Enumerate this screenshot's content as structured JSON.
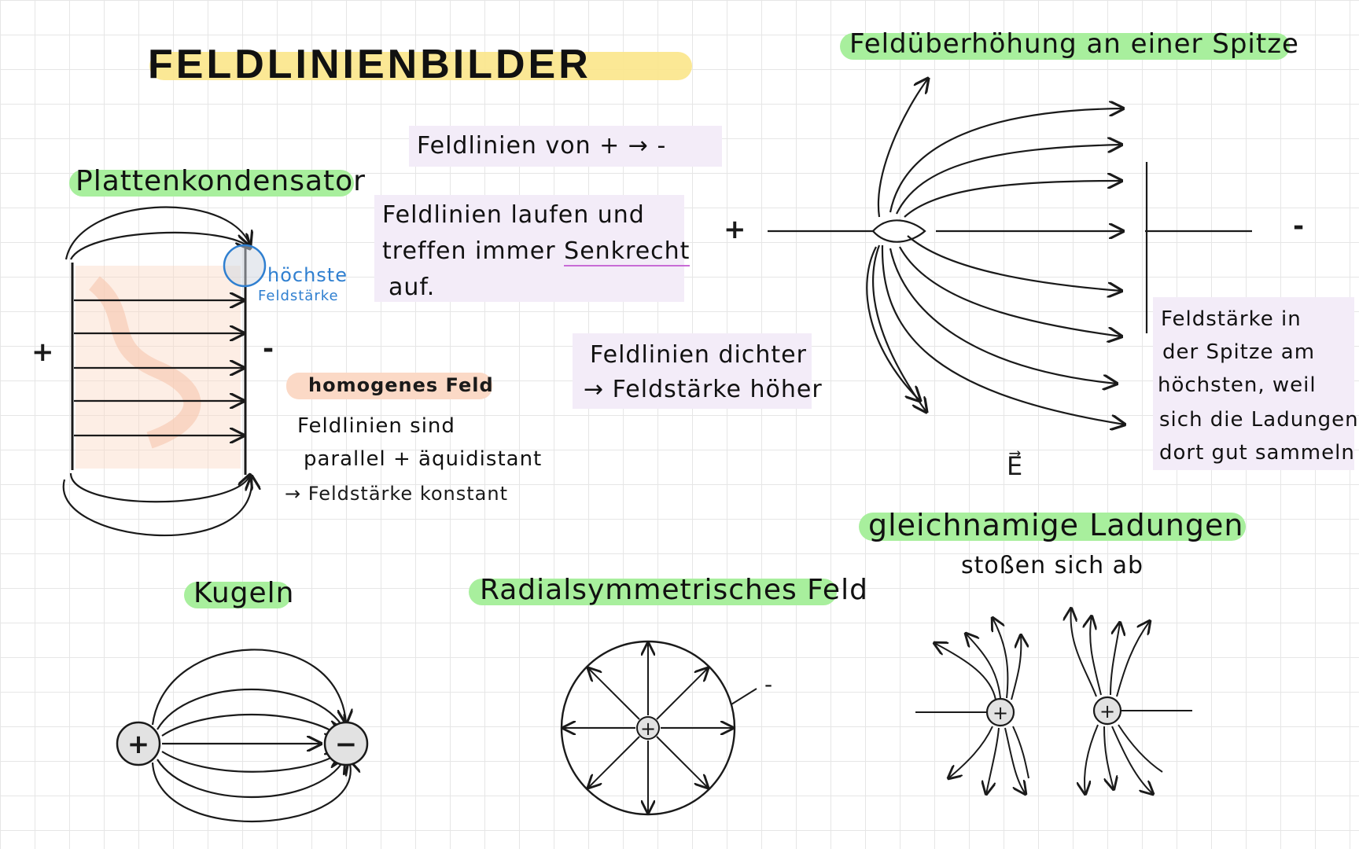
{
  "title": "FELDLINIENBILDER",
  "sections": {
    "plattenkondensator": {
      "heading": "Plattenkondensator",
      "plus": "+",
      "minus": "-",
      "annotation_line1": "höchste",
      "annotation_line2": "Feldstärke",
      "tag": "homogenes Feld",
      "text_line1": "Feldlinien sind",
      "text_line2": "parallel + äquidistant",
      "text_line3": "→ Feldstärke konstant"
    },
    "notes": {
      "direction": "Feldlinien von + → -",
      "perpendicular_line1": "Feldlinien laufen und",
      "perpendicular_line2_a": "treffen immer",
      "perpendicular_line2_b": "Senkrecht",
      "perpendicular_line3": "auf.",
      "density_line1": "Feldlinien dichter",
      "density_line2": "→ Feldstärke höher"
    },
    "spitze": {
      "heading": "Feldüberhöhung an einer Spitze",
      "plus": "+",
      "minus": "-",
      "field_symbol": "E⃗",
      "text_line1": "Feldstärke in",
      "text_line2": "der Spitze am",
      "text_line3": "höchsten, weil",
      "text_line4": "sich die Ladungen",
      "text_line5": "dort gut sammeln"
    },
    "kugeln": {
      "heading": "Kugeln",
      "plus": "+",
      "minus": "−"
    },
    "radial": {
      "heading": "Radialsymmetrisches Feld",
      "center": "+",
      "minus": "-"
    },
    "gleichnamig": {
      "heading": "gleichnamige Ladungen",
      "subtext": "stoßen sich ab",
      "left_charge": "+",
      "right_charge": "+"
    }
  },
  "colors": {
    "title_highlight": "#fbe58a",
    "heading_highlight": "#a8ef9d",
    "tag_highlight": "#fbd9c6",
    "note_box": "#f3ecf8",
    "annotation_blue": "#2f7fd0",
    "underline_purple": "#c86bd6",
    "capacitor_fill": "#fbd9c6"
  }
}
